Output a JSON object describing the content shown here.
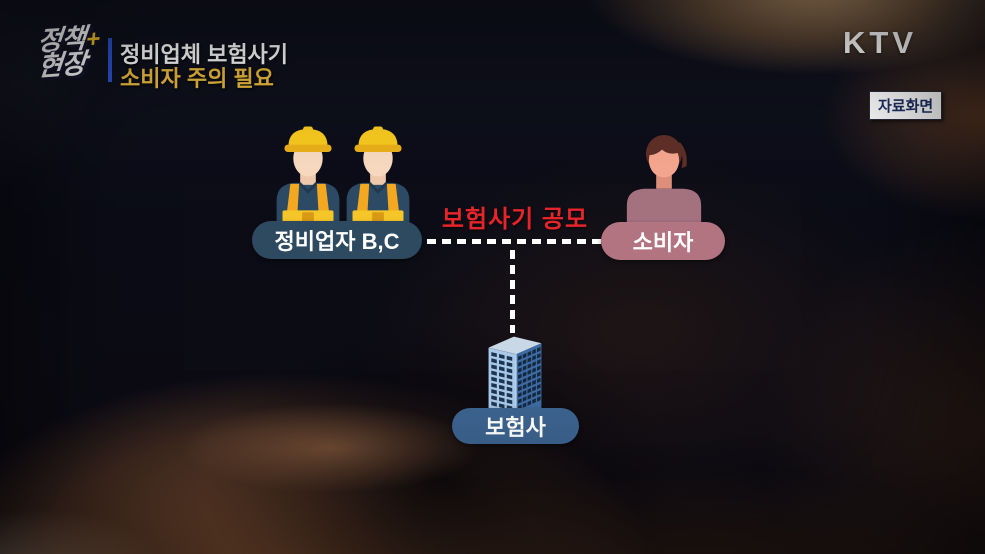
{
  "header": {
    "logo": {
      "line1": "정책",
      "plus": "+",
      "line2": "현장"
    },
    "topic_line1": "정비업체 보험사기",
    "topic_line2": "소비자 주의 필요"
  },
  "branding": {
    "channel": "KTV",
    "badge_label": "자료화면"
  },
  "diagram": {
    "nodes": {
      "mechanics": {
        "label": "정비업자 B,C",
        "pill_color": "#2e4a61"
      },
      "consumer": {
        "label": "소비자",
        "pill_color": "#b27481"
      },
      "insurer": {
        "label": "보험사",
        "pill_color": "#3c638f"
      }
    },
    "relation": {
      "label": "보험사기 공모",
      "color": "#e62429"
    },
    "connector_color": "#ffffff"
  },
  "colors": {
    "topic_line2": "#e9b93c",
    "logo_plus": "#f2c329",
    "header_divider": "#2952cc",
    "worker_hat": "#f6c81e",
    "worker_shirt": "#2c4a63",
    "worker_strap": "#f3a81f",
    "consumer_hair": "#5e2f27",
    "consumer_body": "#a4717f",
    "building_left_face": "#a9c9e9",
    "building_right_face": "#3e6ba3"
  }
}
